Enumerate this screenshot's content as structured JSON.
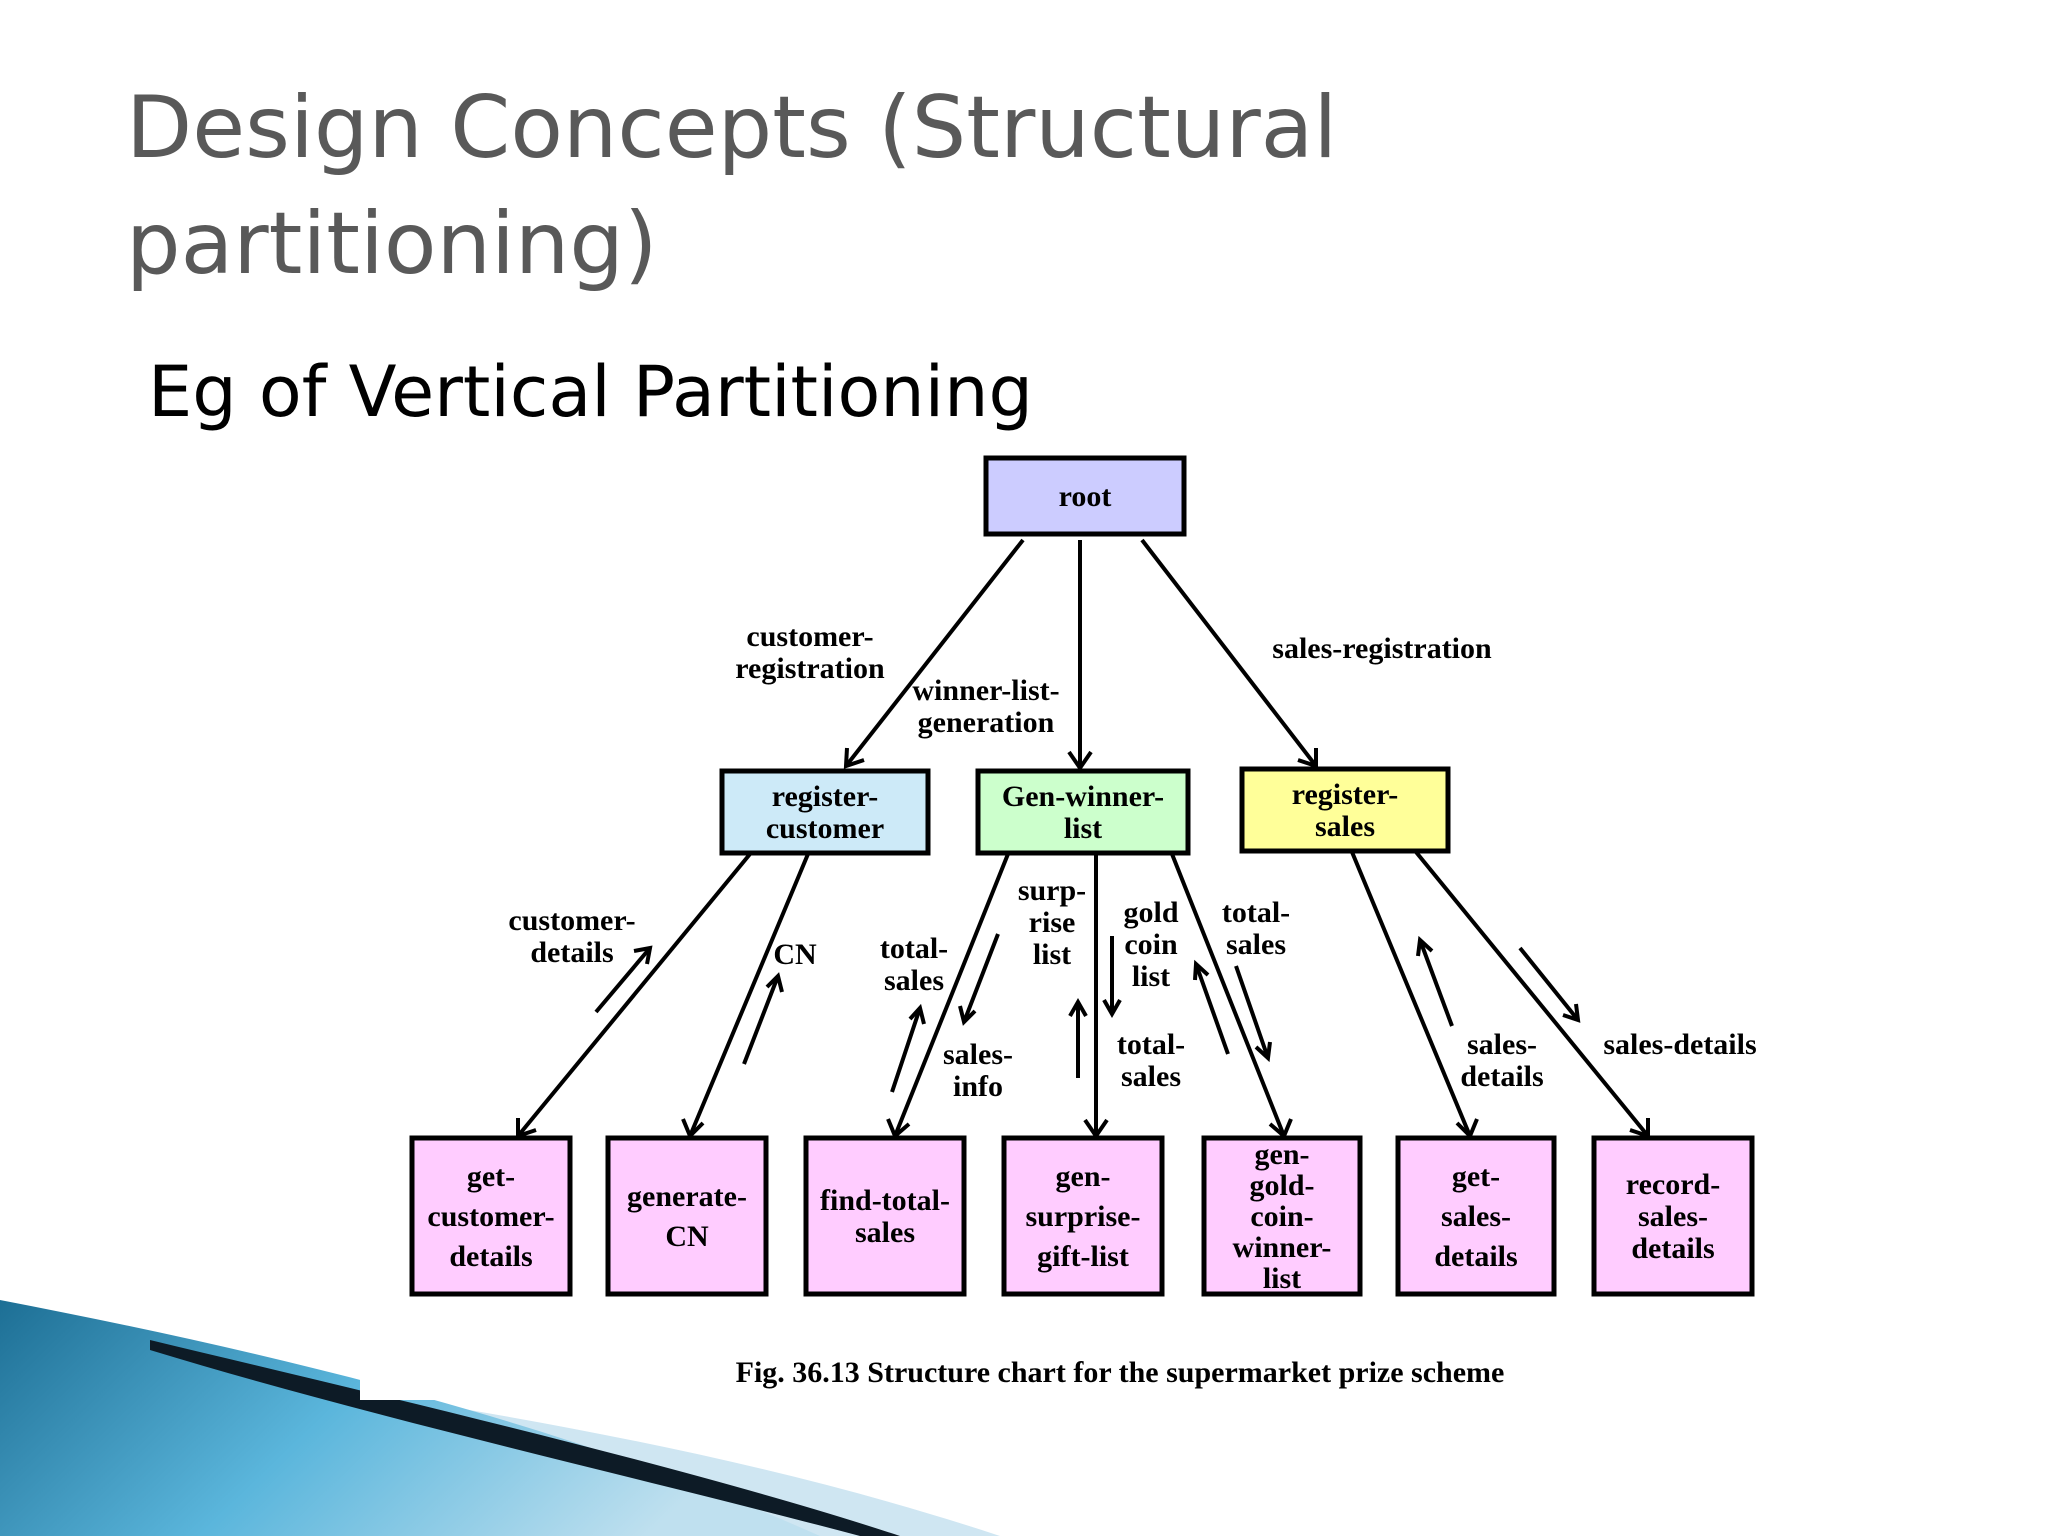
{
  "slide": {
    "title_line1": "Design Concepts (Structural",
    "title_line2": "partitioning)",
    "subtitle": "Eg of Vertical Partitioning"
  },
  "diagram": {
    "caption": "Fig. 36.13 Structure chart for the supermarket prize scheme",
    "nodes": {
      "root": {
        "lines": [
          "root"
        ],
        "color": "#ccccff"
      },
      "register_customer": {
        "lines": [
          "register-",
          "customer"
        ],
        "color": "#cdeaf8"
      },
      "gen_winner_list": {
        "lines": [
          "Gen-winner-",
          "list"
        ],
        "color": "#ccffcc"
      },
      "register_sales": {
        "lines": [
          "register-",
          "sales"
        ],
        "color": "#ffff99"
      },
      "get_customer_details": {
        "lines": [
          "get-",
          "customer-",
          "details"
        ],
        "color": "#ffccff"
      },
      "generate_cn": {
        "lines": [
          "generate-",
          "CN"
        ],
        "color": "#ffccff"
      },
      "find_total_sales": {
        "lines": [
          "find-total-",
          "sales"
        ],
        "color": "#ffccff"
      },
      "gen_surprise_gift_list": {
        "lines": [
          "gen-",
          "surprise-",
          "gift-list"
        ],
        "color": "#ffccff"
      },
      "gen_gold_coin_winner_list": {
        "lines": [
          "gen-",
          "gold-",
          "coin-",
          "winner-",
          "list"
        ],
        "color": "#ffccff"
      },
      "get_sales_details": {
        "lines": [
          "get-",
          "sales-",
          "details"
        ],
        "color": "#ffccff"
      },
      "record_sales_details": {
        "lines": [
          "record-",
          "sales-",
          "details"
        ],
        "color": "#ffccff"
      }
    },
    "edges": {
      "customer_registration": {
        "lines": [
          "customer-",
          "registration"
        ]
      },
      "winner_list_generation": {
        "lines": [
          "winner-list-",
          "generation"
        ]
      },
      "sales_registration": {
        "lines": [
          "sales-registration"
        ]
      }
    },
    "data_flows": {
      "customer_details": {
        "lines": [
          "customer-",
          "details"
        ]
      },
      "cn": {
        "lines": [
          "CN"
        ]
      },
      "total_sales_left": {
        "lines": [
          "total-",
          "sales"
        ]
      },
      "sales_info": {
        "lines": [
          "sales-",
          "info"
        ]
      },
      "surprise_list": {
        "lines": [
          "surp-",
          "rise",
          "list"
        ]
      },
      "total_sales_middle": {
        "lines": [
          "total-",
          "sales"
        ]
      },
      "gold_coin_list": {
        "lines": [
          "gold",
          "coin",
          "list"
        ]
      },
      "total_sales_right": {
        "lines": [
          "total-",
          "sales"
        ]
      },
      "sales_details_left": {
        "lines": [
          "sales-",
          "details"
        ]
      },
      "sales_details_right": {
        "lines": [
          "sales-details"
        ]
      }
    },
    "decoration": {
      "swoosh_dark": "#0d1b26",
      "swoosh_blue": "#3f9bc4",
      "swoosh_light": "#cfe6f2"
    }
  }
}
